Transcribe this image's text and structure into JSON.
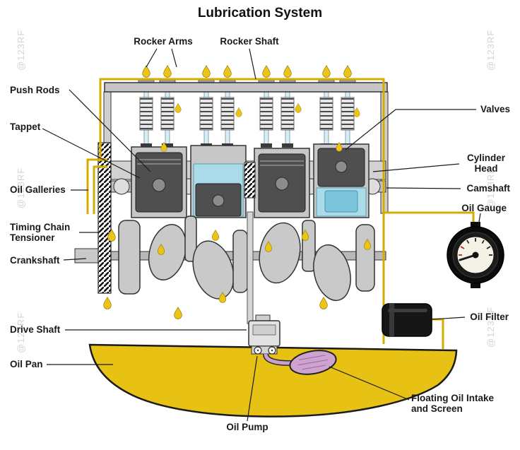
{
  "title": "Lubrication System",
  "watermark": "@123RF",
  "labels": {
    "rocker_arms": "Rocker Arms",
    "rocker_shaft": "Rocker Shaft",
    "push_rods": "Push Rods",
    "tappet": "Tappet",
    "oil_galleries": "Oil Galleries",
    "timing_chain_tensioner": "Timing Chain\nTensioner",
    "crankshaft": "Crankshaft",
    "drive_shaft": "Drive Shaft",
    "oil_pan": "Oil Pan",
    "oil_pump": "Oil Pump",
    "valves": "Valves",
    "cylinder_head": "Cylinder\nHead",
    "camshaft": "Camshaft",
    "oil_gauge": "Oil Gauge",
    "oil_filter": "Oil Filter",
    "floating_oil_intake": "Floating Oil Intake\nand Screen"
  },
  "colors": {
    "oil_line": "#d7ac00",
    "oil_drop": "#ecc417",
    "pan_fill": "#e7c114",
    "intake_screen": "#cfa3cf",
    "coolant": "#aadbe8",
    "metal_light": "#c9c9c9",
    "piston_dark": "#4f4f4f",
    "gauge_body": "#0c0c0c",
    "label_text": "#1a1a1a"
  }
}
